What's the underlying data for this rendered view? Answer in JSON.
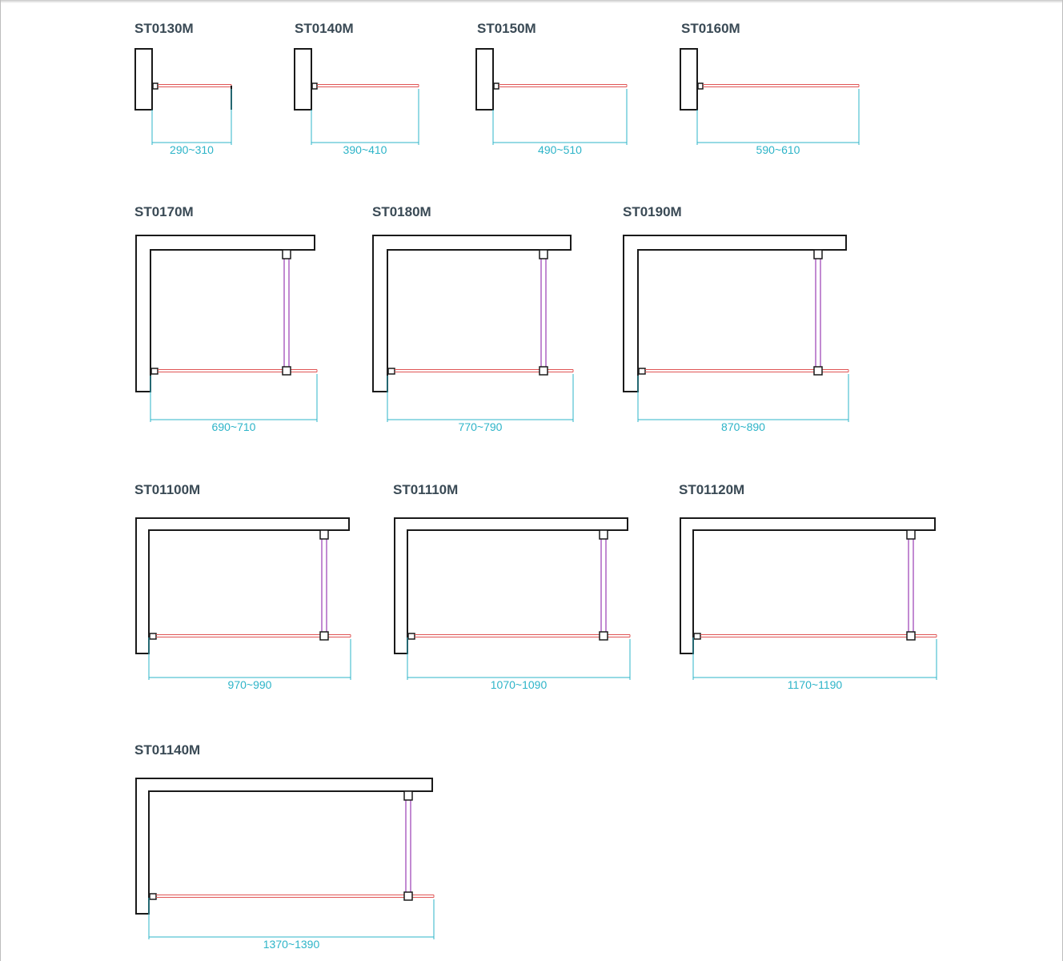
{
  "colors": {
    "wall": "#1a1a1a",
    "glass": "#e05555",
    "arm": "#9a3cb4",
    "dimension": "#2db4c8",
    "title": "#3a4a55"
  },
  "models": [
    {
      "code": "ST0130M",
      "range": "290~310",
      "layout": "inline"
    },
    {
      "code": "ST0140M",
      "range": "390~410",
      "layout": "inline"
    },
    {
      "code": "ST0150M",
      "range": "490~510",
      "layout": "inline"
    },
    {
      "code": "ST0160M",
      "range": "590~610",
      "layout": "inline"
    },
    {
      "code": "ST0170M",
      "range": "690~710",
      "layout": "corner"
    },
    {
      "code": "ST0180M",
      "range": "770~790",
      "layout": "corner"
    },
    {
      "code": "ST0190M",
      "range": "870~890",
      "layout": "corner"
    },
    {
      "code": "ST01100M",
      "range": "970~990",
      "layout": "corner"
    },
    {
      "code": "ST01110M",
      "range": "1070~1090",
      "layout": "corner"
    },
    {
      "code": "ST01120M",
      "range": "1170~1190",
      "layout": "corner"
    },
    {
      "code": "ST01140M",
      "range": "1370~1390",
      "layout": "corner"
    }
  ]
}
